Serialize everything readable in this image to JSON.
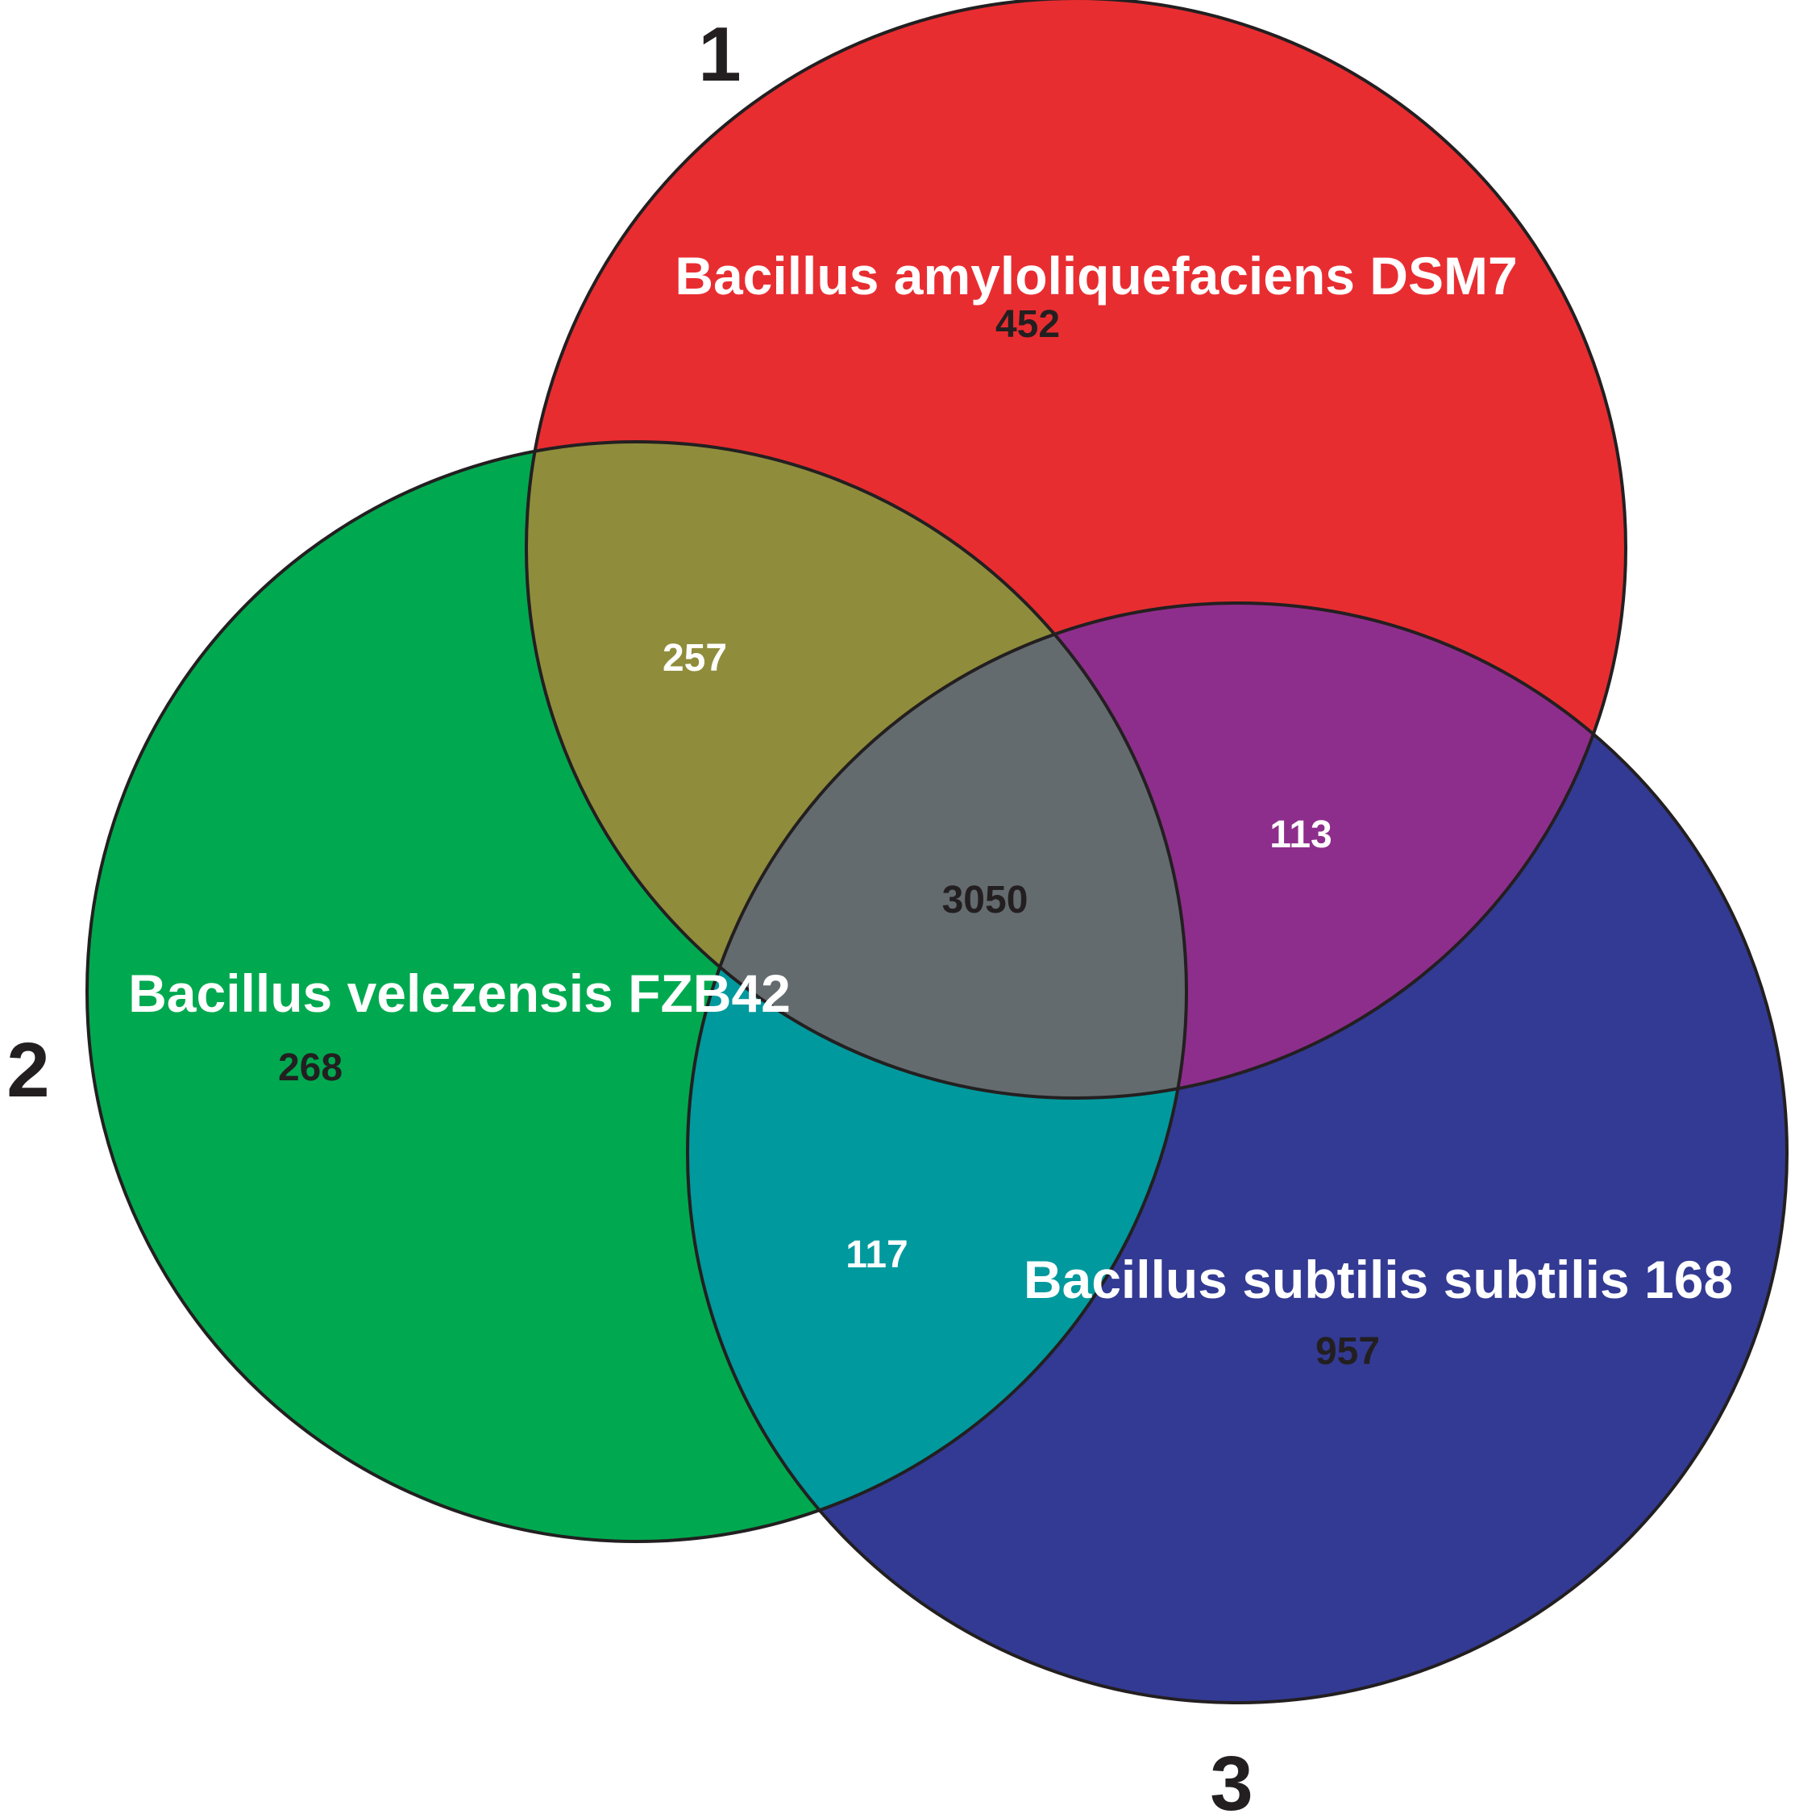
{
  "colors": {
    "set1": "#e82d31",
    "set2": "#00a94f",
    "set3": "#333a93",
    "set1_set2": "#8f8d3b",
    "set1_set3": "#8e2e8c",
    "set2_set3": "#00999d",
    "all": "#646b6e",
    "outline": "#231f20",
    "text_light": "#ffffff",
    "text_dark": "#231f20"
  },
  "sets": [
    {
      "number": "1",
      "label": "Bacillus amyloliquefaciens DSM7",
      "color": "#e82d31"
    },
    {
      "number": "2",
      "label": "Bacillus velezensis FZB42",
      "color": "#00a94f"
    },
    {
      "number": "3",
      "label": "Bacillus subtilis subtilis 168",
      "color": "#333a93"
    }
  ],
  "regions": {
    "only_1": "452",
    "only_2": "268",
    "only_3": "957",
    "set1_set2": "257",
    "set1_set3": "113",
    "set2_set3": "117",
    "all_three": "3050"
  }
}
